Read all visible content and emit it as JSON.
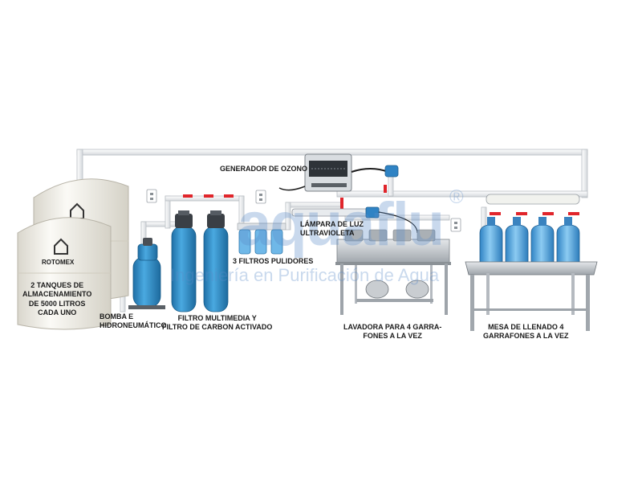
{
  "labels": {
    "tanks": "2 TANQUES DE\nALMACENAMIENTO\nDE 5000 LITROS\nCADA UNO",
    "tank_brand": "ROTOMEX",
    "pump": "BOMBA E\nHIDRONEUMÁTICO",
    "multimedia": "FILTRO MULTIMEDIA Y\nFILTRO DE CARBON ACTIVADO",
    "polishers": "3 FILTROS PULIDORES",
    "ozone": "GENERADOR DE OZONO",
    "uv": "LÁMPARA DE LUZ\nULTRAVIOLETA",
    "washer": "LAVADORA PARA 4 GARRA-\nFONES A LA VEZ",
    "filler": "MESA DE LLENADO 4\nGARRAFONES A LA VEZ"
  },
  "watermark": {
    "logo": "aquaflu",
    "registered": "®",
    "tagline": "Ingeniería en Purificación de Agua"
  },
  "colors": {
    "pipe": "#eef0f2",
    "pipe_stroke": "#b9bec4",
    "valve": "#e0252b",
    "filter_blue": "#2f8fc9",
    "tank": "#f3f1ea",
    "bottle": "#4fa6e0",
    "steel": "#c3c7cb"
  }
}
